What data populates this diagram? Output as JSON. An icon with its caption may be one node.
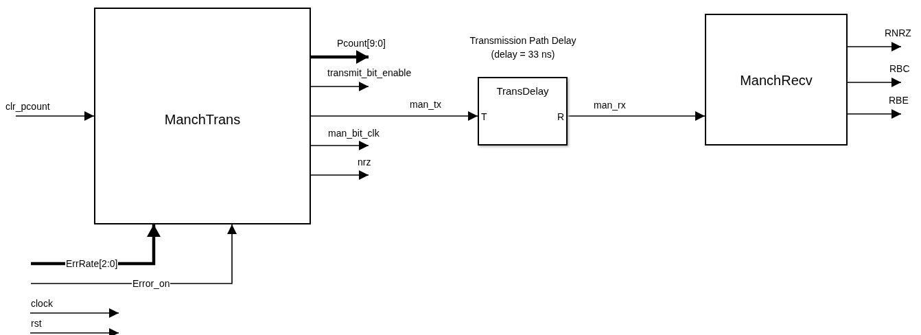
{
  "diagram": {
    "nodes": [
      {
        "text": [
          "ManchTrans"
        ]
      },
      {
        "text": [
          "TransDelay",
          "T",
          "R"
        ],
        "beside": [
          "Transmission Path Delay (delay = 33 ns)"
        ]
      },
      {
        "text": [
          "ManchRecv"
        ]
      }
    ],
    "edges": [
      {
        "from": null,
        "to": 0,
        "arrow": "to",
        "label": "clr_pcount"
      },
      {
        "from": 0,
        "to": null,
        "arrow": "to",
        "label": "Pcount[9:0]",
        "style": "thick"
      },
      {
        "from": 0,
        "to": null,
        "arrow": "to",
        "label": "transmit_bit_enable"
      },
      {
        "from": 0,
        "to": 1,
        "arrow": "to",
        "label": "man_tx"
      },
      {
        "from": 0,
        "to": null,
        "arrow": "to",
        "label": "man_bit_clk"
      },
      {
        "from": 0,
        "to": null,
        "arrow": "to",
        "label": "nrz"
      },
      {
        "from": 1,
        "to": 2,
        "arrow": "to",
        "label": "man_rx"
      },
      {
        "from": 2,
        "to": null,
        "arrow": "to",
        "label": "RNRZ"
      },
      {
        "from": 2,
        "to": null,
        "arrow": "to",
        "label": "RBC"
      },
      {
        "from": 2,
        "to": null,
        "arrow": "to",
        "label": "RBE"
      },
      {
        "from": null,
        "to": 0,
        "arrow": "to",
        "label": "ErrRate[2:0]",
        "style": "thick"
      },
      {
        "from": null,
        "to": 0,
        "arrow": "to",
        "label": "Error_on"
      }
    ],
    "labels": [
      "clock",
      "rst"
    ]
  }
}
